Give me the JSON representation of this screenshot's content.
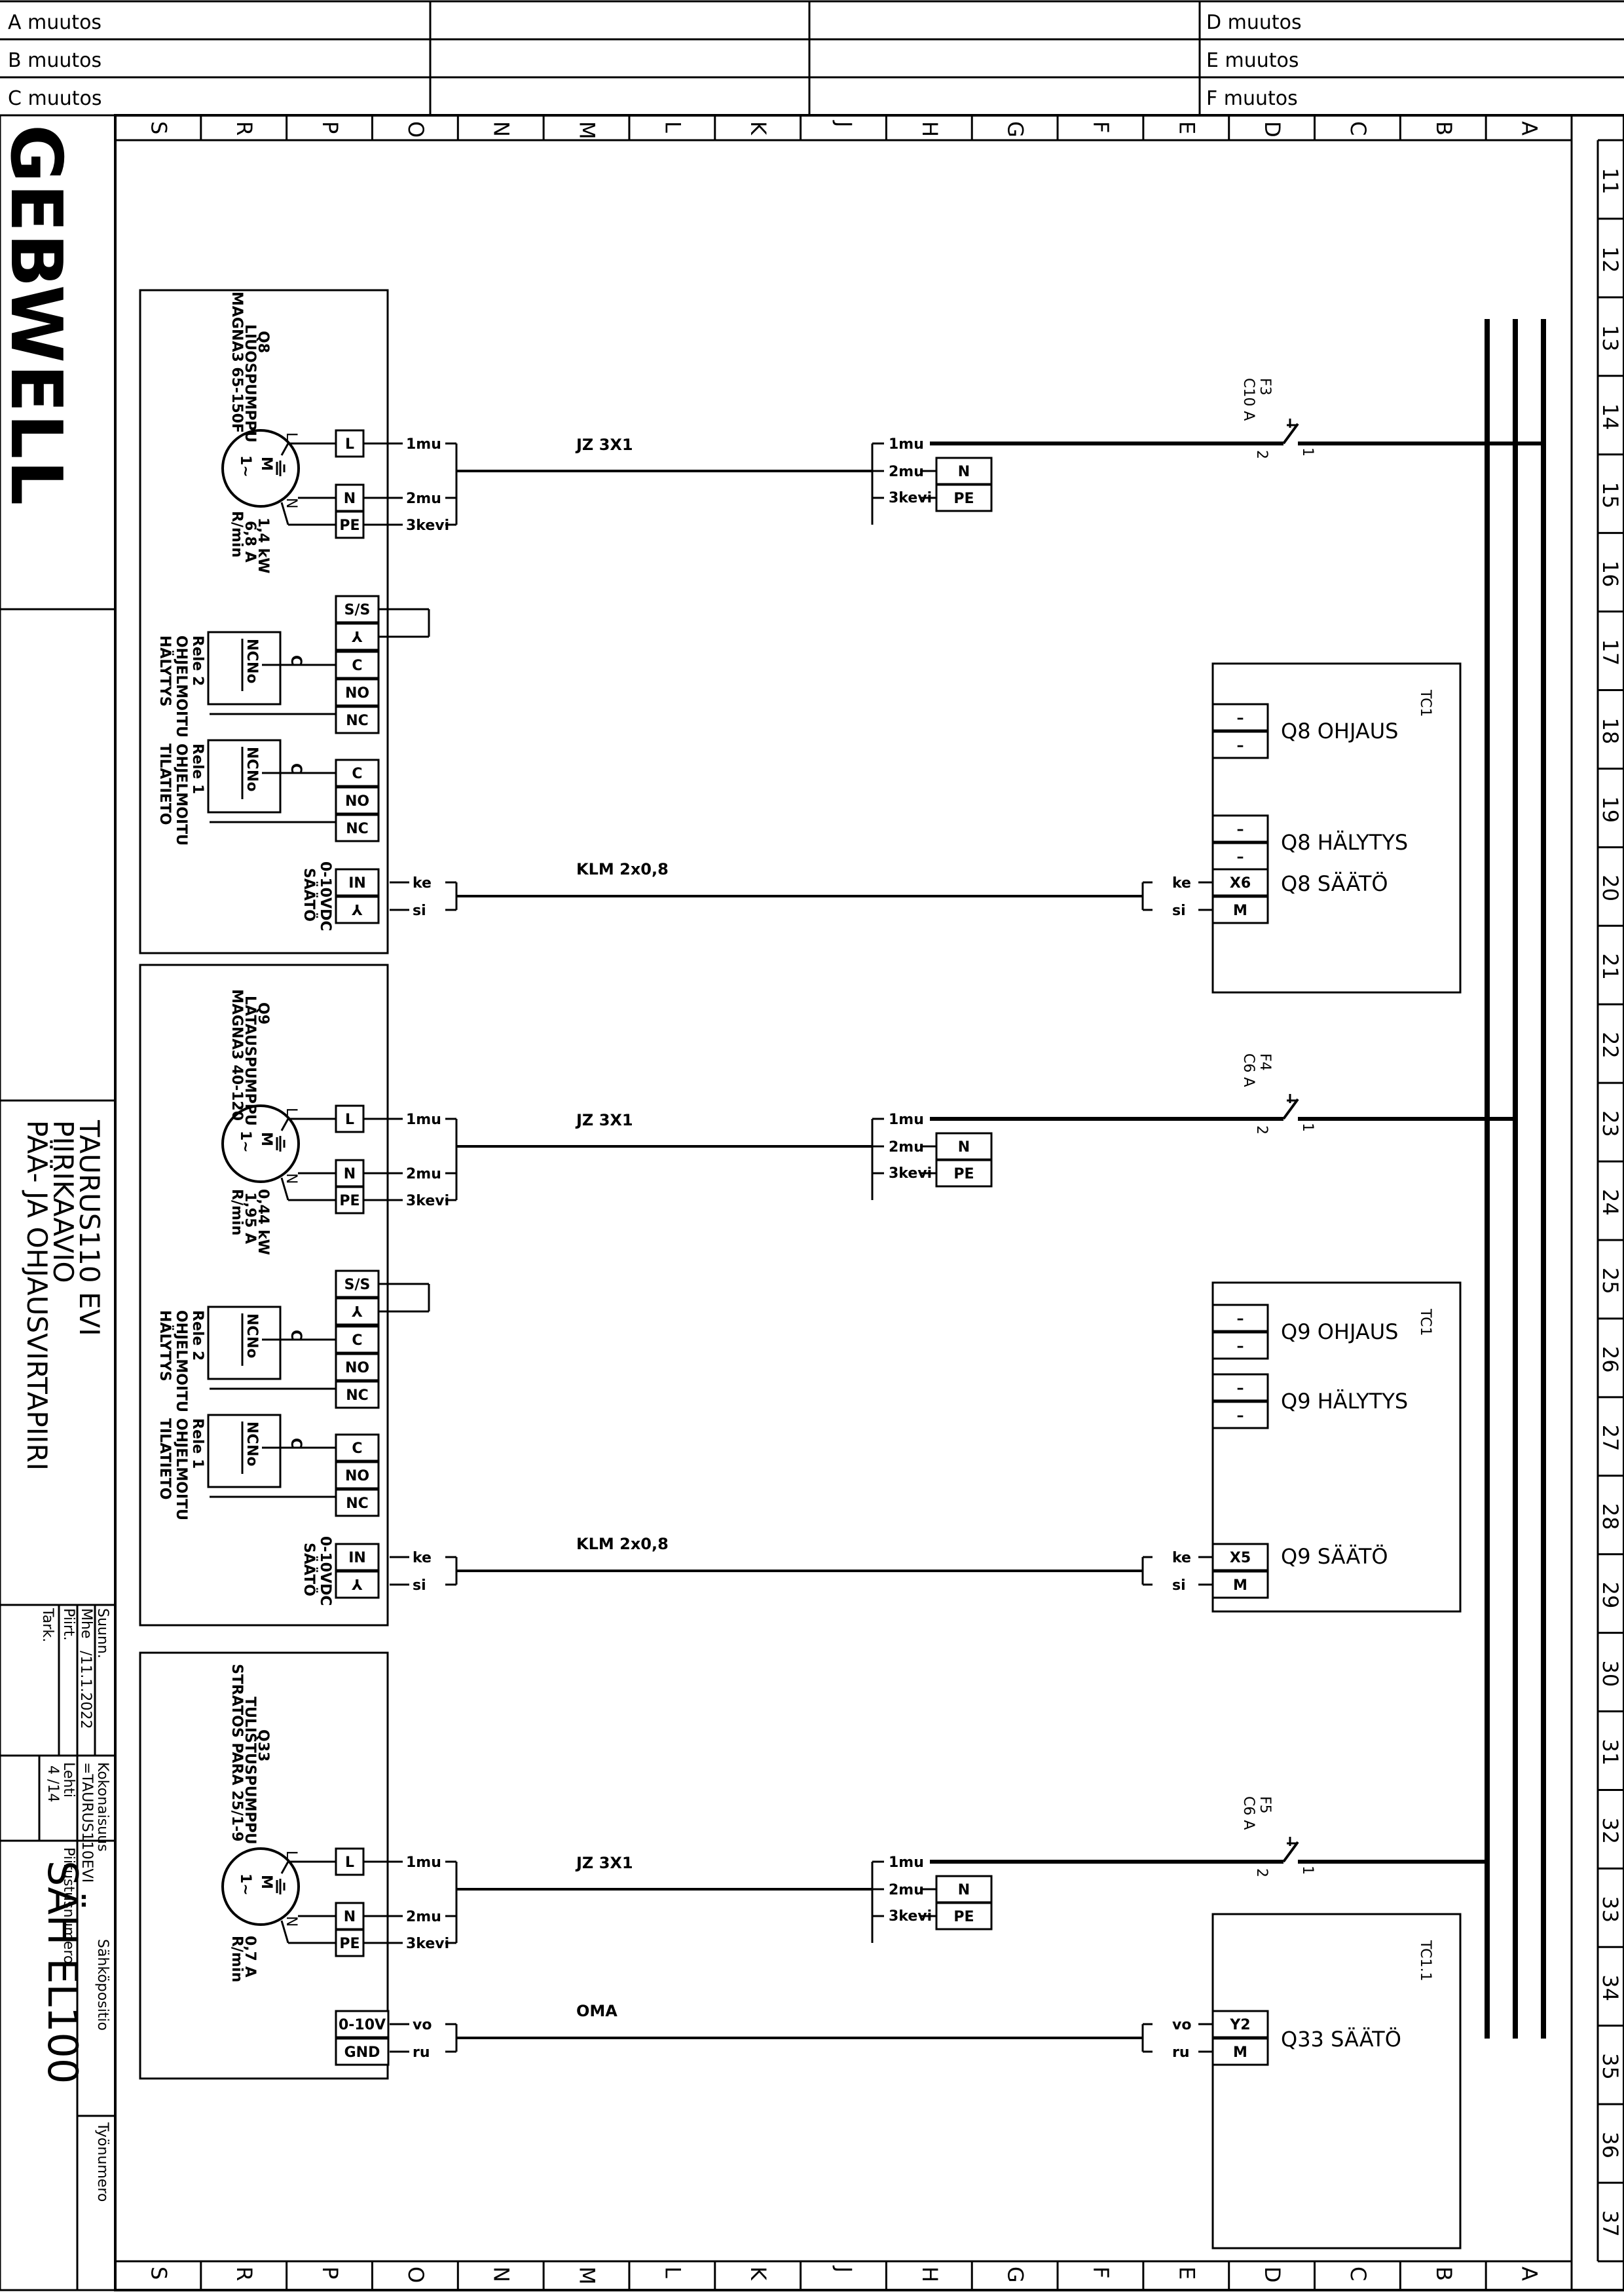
{
  "revision_table": {
    "left": [
      "A muutos",
      "B muutos",
      "C muutos"
    ],
    "right": [
      "D muutos",
      "E muutos",
      "F muutos"
    ]
  },
  "columns": [
    "S",
    "R",
    "P",
    "O",
    "N",
    "M",
    "L",
    "K",
    "J",
    "H",
    "G",
    "F",
    "E",
    "D",
    "C",
    "B",
    "A"
  ],
  "rows": [
    "11",
    "12",
    "13",
    "14",
    "15",
    "16",
    "17",
    "18",
    "19",
    "20",
    "21",
    "22",
    "23",
    "24",
    "25",
    "26",
    "27",
    "28",
    "29",
    "30",
    "31",
    "32",
    "33",
    "34",
    "35",
    "36",
    "37"
  ],
  "title_block": {
    "logo": "GEBWELL",
    "title_line1": "TAURUS110 EVI",
    "title_line2": "PIIRIKAAVIO",
    "title_line3": "PÄÄ- JA OHJAUSVIRTAPIIRI",
    "suunn_label": "Suunn.",
    "suunn_value": "Mhe",
    "piirt_label": "Piirt.",
    "date_value": "/11.1.2022",
    "tark_label": "Tark.",
    "kokonaisuus_label": "Kokonaisuus",
    "kokonaisuus_value": "=TAURUS110EVI",
    "lehti_label": "Lehti",
    "lehti_value": "4 /14",
    "piirustusnumero_label": "Piirustusnumero",
    "sahkopositio_label": "Sähköpositio",
    "drawing_number": "SÄH EL100",
    "tyonumero_label": "Työnumero"
  },
  "pumps": [
    {
      "id": "Q8",
      "name": "LIUOSPUMPPU",
      "model": "MAGNA3 65-150F",
      "rating": [
        "1,4 kW",
        "6,8 A",
        "R/min"
      ],
      "fuse": {
        "id": "F3",
        "rating": "C10 A"
      },
      "power_cable": "JZ 3X1",
      "control_cable": "KLM 2x0,8",
      "relay2": [
        "Rele 2",
        "OHJELMOITU",
        "HÄLYTYS"
      ],
      "relay1": [
        "Rele 1",
        "OHJELMOITU",
        "TILATIETO"
      ],
      "control_desc": [
        "0-10VDC",
        "SÄÄTÖ"
      ],
      "tc": "TC1",
      "tc_labels": [
        "Q8  OHJAUS",
        "Q8  HÄLYTYS",
        "Q8  SÄÄTÖ"
      ],
      "tc_terms": [
        "X6",
        "M"
      ]
    },
    {
      "id": "Q9",
      "name": "LATAUSPUMPPU",
      "model": "MAGNA3 40-120",
      "rating": [
        "0,44 kW",
        "1,95 A",
        "R/min"
      ],
      "fuse": {
        "id": "F4",
        "rating": "C6 A"
      },
      "power_cable": "JZ 3X1",
      "control_cable": "KLM 2x0,8",
      "relay2": [
        "Rele 2",
        "OHJELMOITU",
        "HÄLYTYS"
      ],
      "relay1": [
        "Rele 1",
        "OHJELMOITU",
        "TILATIETO"
      ],
      "control_desc": [
        "0-10VDC",
        "SÄÄTÖ"
      ],
      "tc": "TC1",
      "tc_labels": [
        "Q9  OHJAUS",
        "Q9  HÄLYTYS",
        "Q9  SÄÄTÖ"
      ],
      "tc_terms": [
        "X5",
        "M"
      ]
    },
    {
      "id": "Q33",
      "name": "TULISTUSPUMPPU",
      "model": "STRATOS PARA 25/1-9",
      "rating": [
        "0,7 A",
        "R/min"
      ],
      "fuse": {
        "id": "F5",
        "rating": "C6 A"
      },
      "power_cable": "JZ 3X1",
      "control_cable": "OMA",
      "tc": "TC1.1",
      "tc_labels": [
        "Q33  SÄÄTÖ"
      ],
      "tc_terms": [
        "Y2",
        "M"
      ]
    }
  ],
  "terminals": {
    "power": [
      "L",
      "N",
      "PE"
    ],
    "power_wires": [
      "1mu",
      "2mu",
      "3kevi"
    ],
    "relay_top": [
      "S/S",
      "⅄"
    ],
    "relay": [
      "C",
      "NO",
      "NC"
    ],
    "relay_contact": [
      "NC",
      "No",
      "C"
    ],
    "control": [
      "IN",
      "⅄"
    ],
    "control_wires": [
      "ke",
      "si"
    ],
    "q33_control": [
      "0-10V",
      "GND"
    ],
    "q33_wires": [
      "vo",
      "ru"
    ],
    "tc_dash": "–",
    "motor_m": "M",
    "motor_phase": "1~",
    "fuse_pins": [
      "1",
      "2"
    ],
    "motor_pins": [
      "L",
      "N"
    ]
  }
}
